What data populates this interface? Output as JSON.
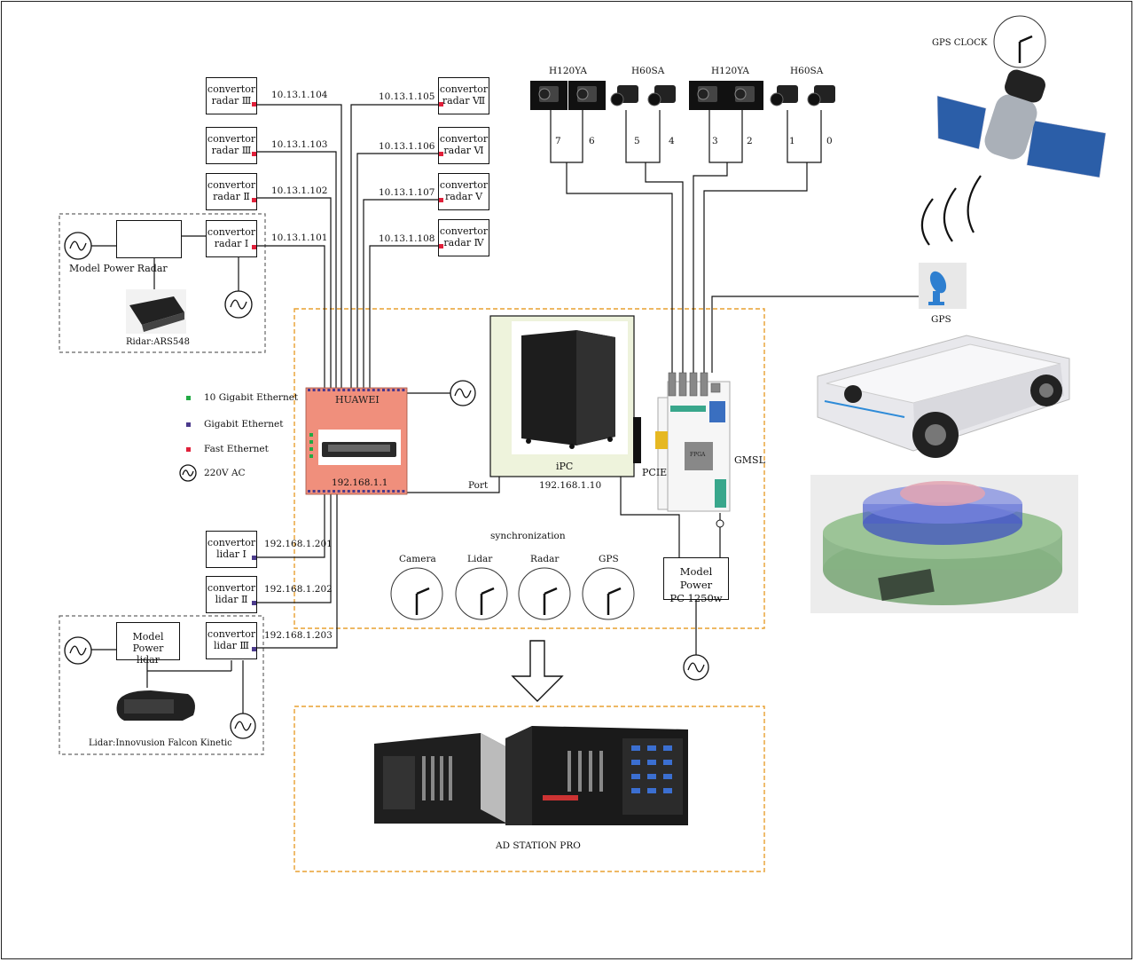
{
  "radar_converters": [
    {
      "label": "convertor\nradar Ⅲ",
      "ip": "10.13.1.104"
    },
    {
      "label": "convertor\nradar Ⅲ",
      "ip": "10.13.1.103"
    },
    {
      "label": "convertor\nradar Ⅱ",
      "ip": "10.13.1.102"
    },
    {
      "label": "convertor\nradar Ⅰ",
      "ip": "10.13.1.101"
    },
    {
      "label": "convertor\nradar Ⅶ",
      "ip": "10.13.1.105"
    },
    {
      "label": "convertor\nradar Ⅵ",
      "ip": "10.13.1.106"
    },
    {
      "label": "convertor\nradar Ⅴ",
      "ip": "10.13.1.107"
    },
    {
      "label": "convertor\nradar Ⅳ",
      "ip": "10.13.1.108"
    }
  ],
  "lidar_converters": [
    {
      "label": "convertor\nlidar Ⅰ",
      "ip": "192.168.1.201"
    },
    {
      "label": "convertor\nlidar Ⅱ",
      "ip": "192.168.1.202"
    },
    {
      "label": "convertor\nlidar Ⅲ",
      "ip": "192.168.1.203"
    }
  ],
  "radar_group": {
    "power_label": "Model Power Radar",
    "radar_label": "Ridar:ARS548"
  },
  "lidar_group": {
    "power_label": "Model Power\nlidar",
    "lidar_label": "Lidar:Innovusion Falcon Kinetic"
  },
  "switch": {
    "name": "HUAWEI",
    "ip": "192.168.1.1",
    "port_label": "Port"
  },
  "ipc": {
    "name": "iPC",
    "ip": "192.168.1.10",
    "pcie_label": "PCIE",
    "gmsl_label": "GMSL",
    "fpga_label": "FPGA"
  },
  "power_pc": {
    "label": "Model Power\nPC 1250w"
  },
  "cameras": [
    {
      "model": "H120YA",
      "ports": [
        "7",
        "6"
      ]
    },
    {
      "model": "H60SA",
      "ports": [
        "5",
        "4"
      ]
    },
    {
      "model": "H120YA",
      "ports": [
        "3",
        "2"
      ]
    },
    {
      "model": "H60SA",
      "ports": [
        "1",
        "0"
      ]
    }
  ],
  "legend": [
    {
      "label": "10 Gigabit Ethernet",
      "color": "#22aa44"
    },
    {
      "label": "Gigabit Ethernet",
      "color": "#4b3a8c"
    },
    {
      "label": "Fast Ethernet",
      "color": "#e0203a"
    },
    {
      "label": "220V  AC",
      "icon": "ac-power-icon"
    }
  ],
  "sync": {
    "title": "synchronization",
    "clocks": [
      "Camera",
      "Lidar",
      "Radar",
      "GPS"
    ]
  },
  "gps": {
    "clock_label": "GPS CLOCK",
    "label": "GPS"
  },
  "station": {
    "label": "AD STATION PRO"
  },
  "colors": {
    "switch_fill": "#f08f7c",
    "ipc_fill": "#eef3dc",
    "dashed": "#e8a030",
    "dashed_gray": "#666666"
  }
}
